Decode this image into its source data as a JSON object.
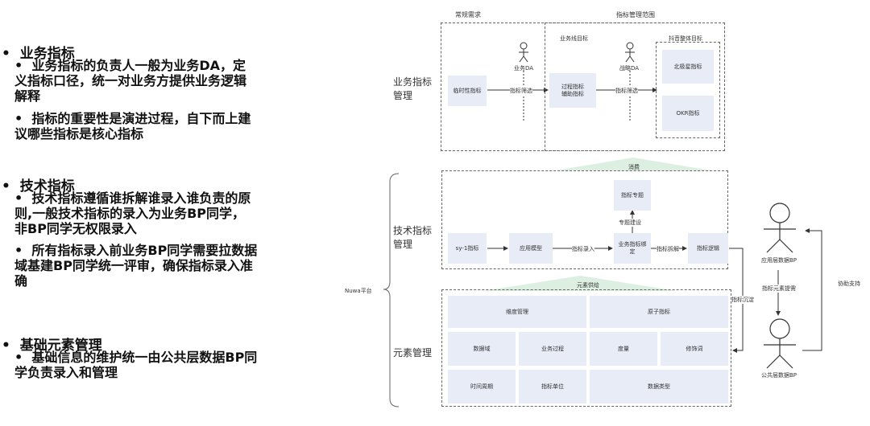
{
  "left": {
    "section1": {
      "title": "业务指标",
      "b1": [
        "业务指标的负责人一般为业务DA，定",
        "义指标口径，统一对业务方提供业务逻辑",
        "解释"
      ],
      "b2": [
        "指标的重要性是演进过程，自下而上建",
        "议哪些指标是核心指标"
      ]
    },
    "section2": {
      "title": "技术指标",
      "b1": [
        "技术指标遵循谁拆解谁录入谁负责的原",
        "则,一般技术指标的录入为业务BP同学，",
        "非BP同学无权限录入"
      ],
      "b2": [
        "所有指标录入前业务BP同学需要拉数据",
        "域基建BP同学统一评审，确保指标录入准",
        "确"
      ]
    },
    "section3": {
      "title": "基础元素管理",
      "b1": [
        "基础信息的维护统一由公共层数据BP同",
        "学负责录入和管理"
      ]
    },
    "bullet_char": "•"
  },
  "diagram": {
    "headers": {
      "normal_demand": "常规需求",
      "metric_scope": "指标管理范围",
      "biz_line_goal": "业务线目标",
      "douyin_goal": "抖音整体目标",
      "consume": "消费",
      "element_supply": "元素供给",
      "nuwa": "Nuwa平台"
    },
    "rows": {
      "biz_metric": [
        "业务指标",
        "管理"
      ],
      "tech_metric": [
        "技术指标",
        "管理"
      ],
      "element_mgmt": "元素管理"
    },
    "actors": {
      "biz_da": "业务DA",
      "strategy_da": "战略DA",
      "app_bp": "应用层数据BP",
      "public_bp": "公共层数据BP"
    },
    "boxes": {
      "adhoc": "临时性指标",
      "process": [
        "过程指标",
        "辅助指标"
      ],
      "north_star": "北极星指标",
      "okr": "OKR指标",
      "topic": "指标专题",
      "sy1": "sy-1指标",
      "app_model": "应用模型",
      "biz_bind": [
        "业务指标绑",
        "定"
      ],
      "metric_logic": "指标逻辑",
      "dimension": "维度管理",
      "atomic": "原子指标",
      "domain": "数据域",
      "biz_process": "业务过程",
      "measure": "度量",
      "modifier": "修饰词",
      "time_period": "时间周期",
      "unit": "指标单位",
      "data_type": "数据类型"
    },
    "edges": {
      "filter1": "指标筛选",
      "filter2": "指标筛选",
      "topic_build": "专题建设",
      "entry": "指标录入",
      "split": "指标拆解",
      "sediment": "指标沉淀",
      "element_req": "指标元素提需",
      "assist": "协助支持"
    }
  }
}
